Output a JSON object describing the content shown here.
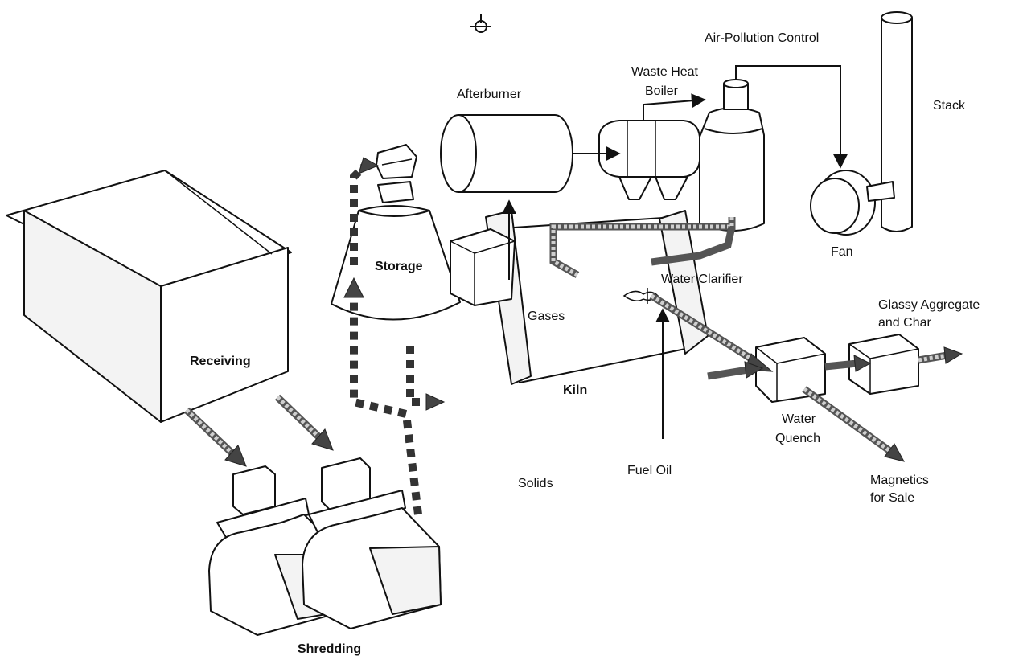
{
  "labels": {
    "air_pollution_control": "Air-Pollution Control",
    "waste_heat_boiler_line1": "Waste Heat",
    "waste_heat_boiler_line2": "Boiler",
    "stack": "Stack",
    "afterburner": "Afterburner",
    "fan": "Fan",
    "storage": "Storage",
    "water_clarifier": "Water Clarifier",
    "glassy_line1": "Glassy Aggregate",
    "glassy_line2": "and Char",
    "gases": "Gases",
    "receiving": "Receiving",
    "kiln": "Kiln",
    "water_quench_line1": "Water",
    "water_quench_line2": "Quench",
    "solids": "Solids",
    "fuel_oil": "Fuel Oil",
    "magnetics_line1": "Magnetics",
    "magnetics_line2": "for Sale",
    "shredding": "Shredding"
  },
  "icons": [
    "registration-mark-icon"
  ],
  "colors": {
    "ink": "#111111",
    "stream_dark": "#555555",
    "stream_light": "#cfcfcf"
  }
}
